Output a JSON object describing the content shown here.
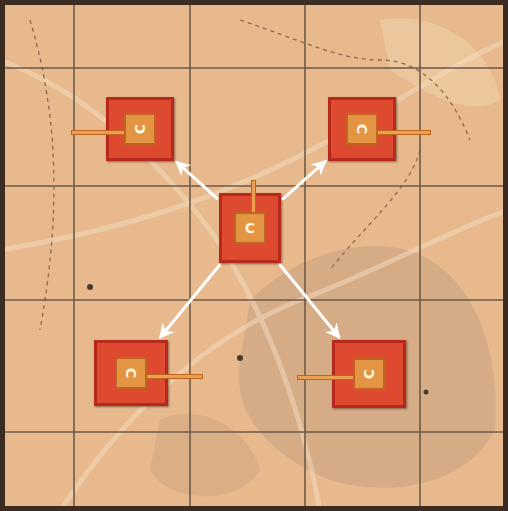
{
  "diagram": {
    "nodes": [
      {
        "text": [
          "C"
        ]
      },
      {
        "text": [
          "C"
        ]
      },
      {
        "text": [
          "C"
        ]
      },
      {
        "text": [
          "C"
        ]
      },
      {
        "text": [
          "C"
        ]
      }
    ],
    "edges": [
      {
        "from": 2,
        "to": 0,
        "arrow": "to"
      },
      {
        "from": 2,
        "to": 1,
        "arrow": "to"
      },
      {
        "from": 2,
        "to": 3,
        "arrow": "to"
      },
      {
        "from": 2,
        "to": 4,
        "arrow": "to"
      }
    ]
  }
}
